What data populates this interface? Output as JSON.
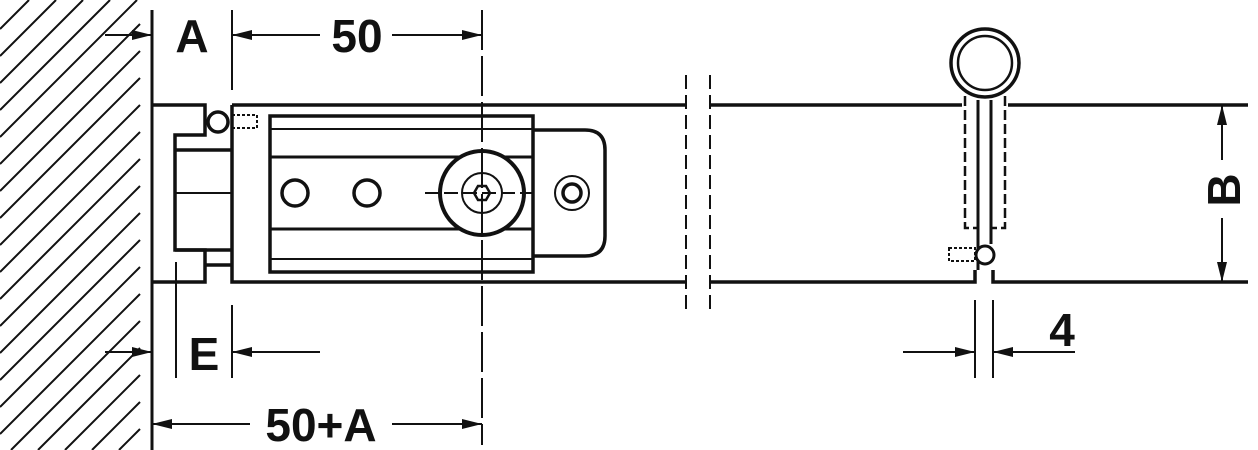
{
  "dimensions": {
    "a": "A",
    "width_50": "50",
    "e": "E",
    "width_50_plus_a": "50+A",
    "b": "B",
    "gap_4": "4"
  },
  "colors": {
    "line": "#111111",
    "background": "#ffffff"
  }
}
